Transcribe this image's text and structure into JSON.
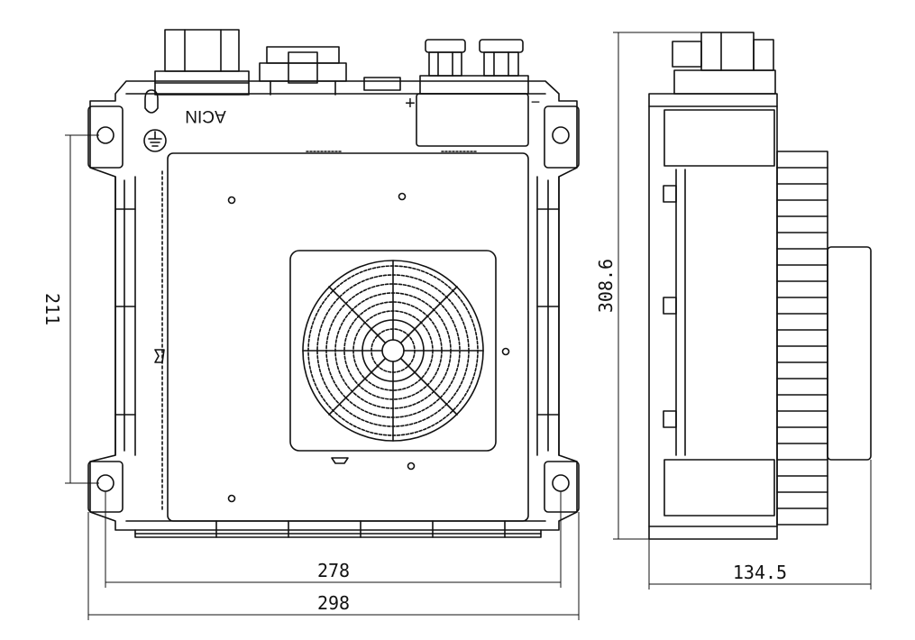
{
  "front_view": {
    "marking_text": "ACIN",
    "polarity_plus": "+",
    "polarity_minus": "−"
  },
  "dimensions": {
    "mount_hole_spacing_vertical": "211",
    "mount_hole_spacing_horizontal": "278",
    "overall_width": "298",
    "overall_height": "308.6",
    "overall_depth": "134.5"
  }
}
